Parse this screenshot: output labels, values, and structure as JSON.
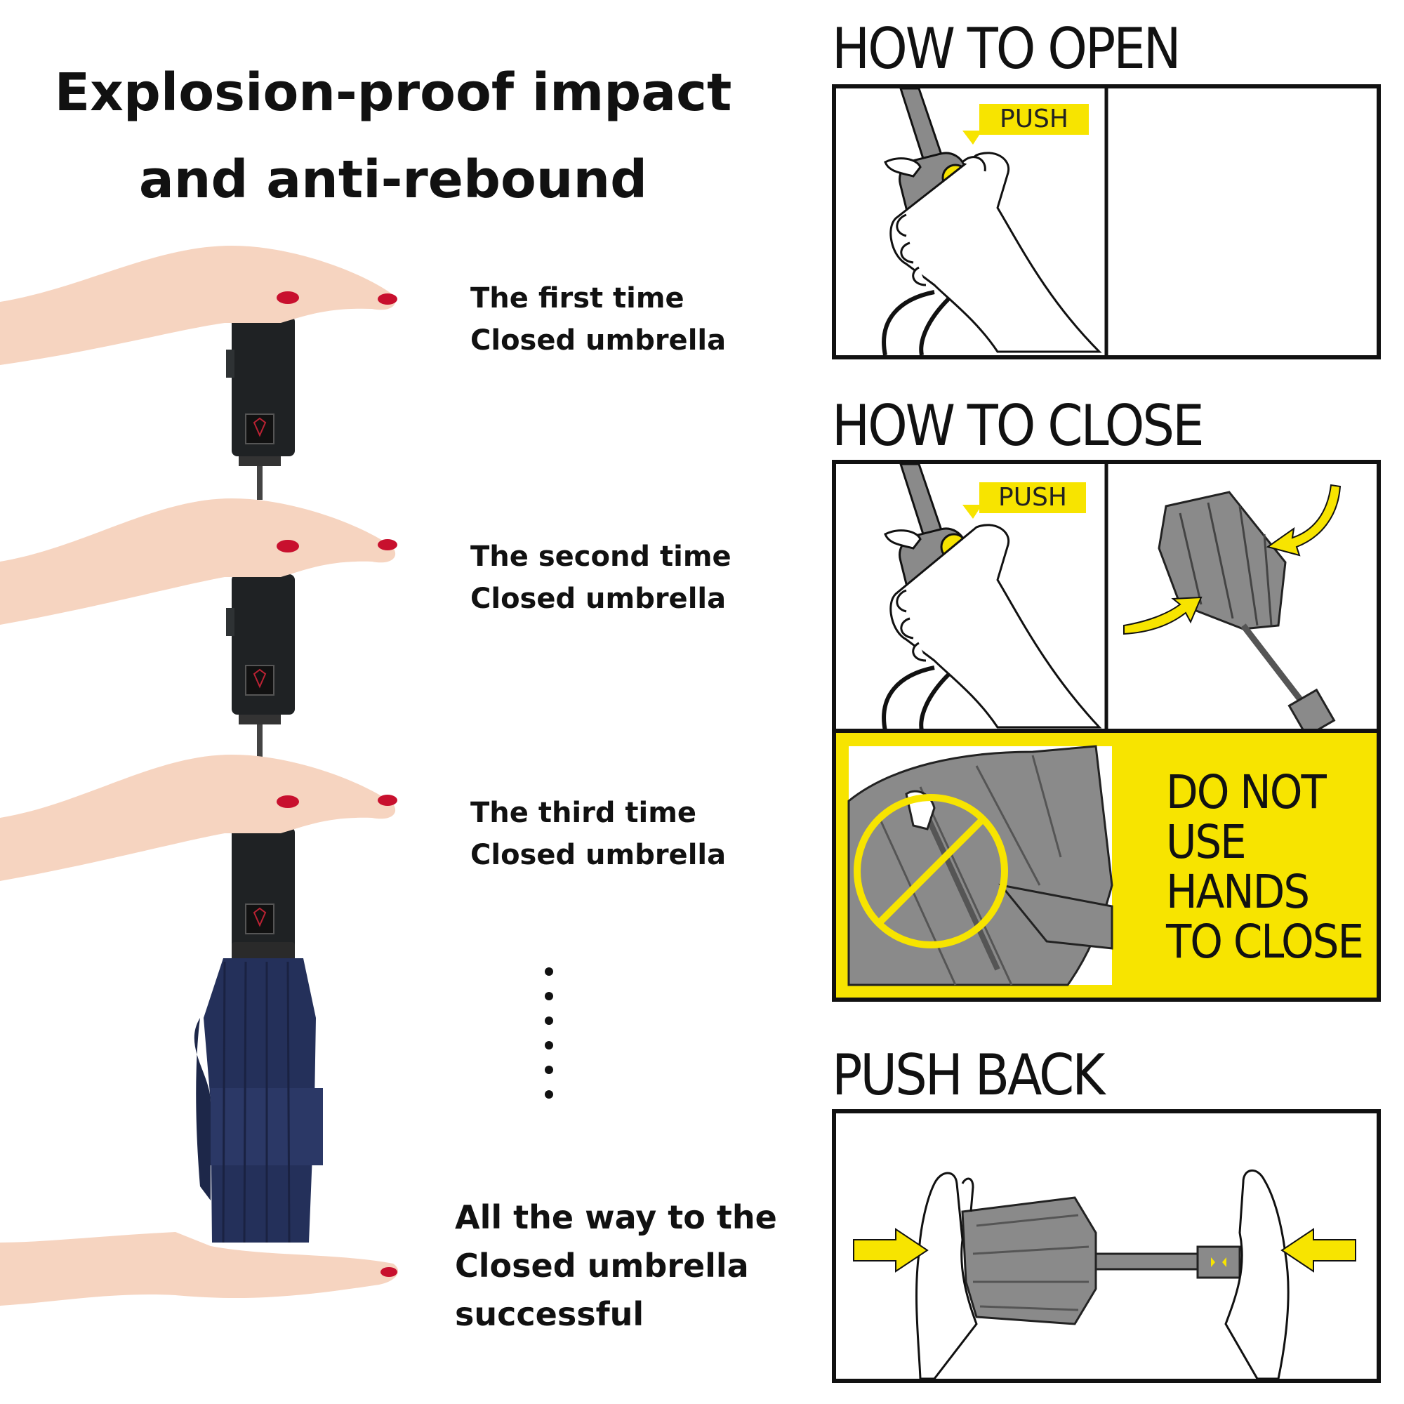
{
  "headline": {
    "line1": "Explosion-proof impact",
    "line2": "and anti-rebound"
  },
  "steps": [
    {
      "line1": "The first time",
      "line2": "Closed umbrella"
    },
    {
      "line1": "The second time",
      "line2": "Closed umbrella"
    },
    {
      "line1": "The third time",
      "line2": "Closed umbrella"
    }
  ],
  "final_step": {
    "line1": "All the way to the",
    "line2": "Closed umbrella",
    "line3": "successful"
  },
  "open_section": {
    "title": "HOW TO OPEN",
    "push_label": "PUSH"
  },
  "close_section": {
    "title": "HOW TO CLOSE",
    "push_label": "PUSH"
  },
  "warning": {
    "line1": "DO NOT",
    "line2": "USE",
    "line3": "HANDS",
    "line4": "TO CLOSE"
  },
  "push_back_section": {
    "title": "PUSH BACK"
  },
  "colors": {
    "accent_yellow": "#f7e400",
    "umbrella_gray": "#8a8a8a",
    "handle_black": "#1f2224",
    "canopy_navy": "#24305a",
    "skin": "#f6d4c0",
    "nail_red": "#c8102e"
  },
  "icons": [
    "hand-icon",
    "umbrella-handle-icon",
    "open-umbrella-icon",
    "closing-umbrella-icon",
    "prohibited-icon",
    "arrow-icon"
  ]
}
